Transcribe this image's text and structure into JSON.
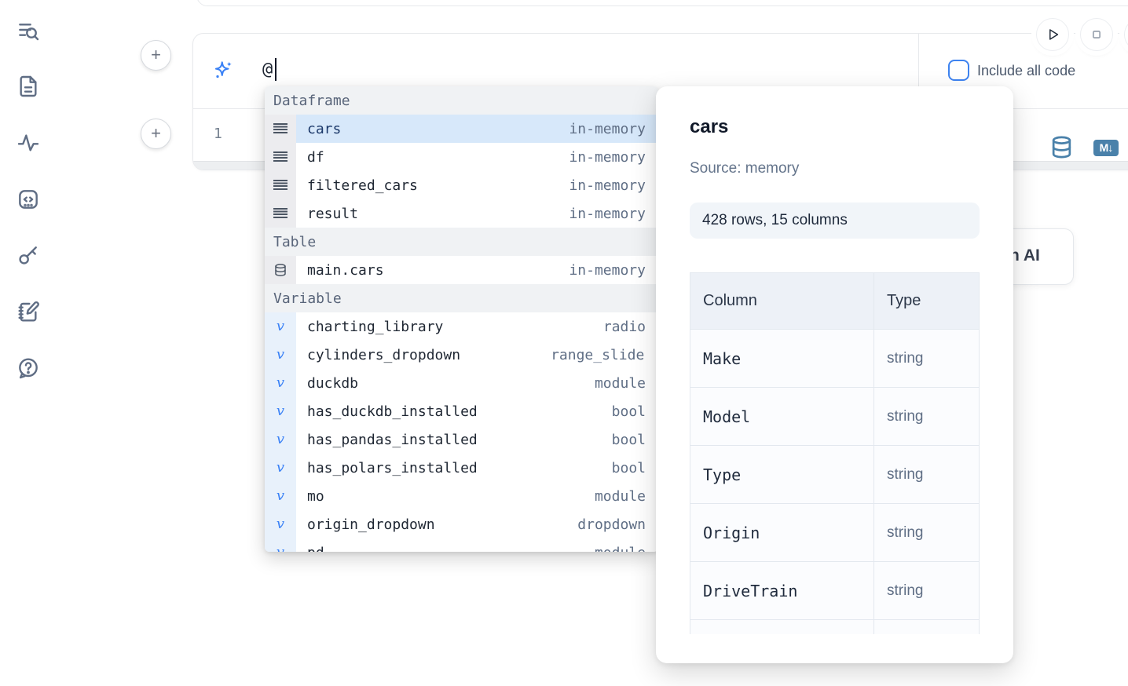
{
  "colors": {
    "accent": "#3b82f6",
    "selection_bg": "#d7e8fa",
    "steel_icon": "#4a81aa"
  },
  "sidebar": {
    "icons": [
      "list-search-icon",
      "document-icon",
      "activity-icon",
      "code-snippet-icon",
      "key-icon",
      "scratchpad-icon",
      "help-chat-icon"
    ]
  },
  "toolbar": {
    "include_all_code_label": "Include all code",
    "markdown_icon_glyph": "M↓",
    "add_cell_glyph": "+"
  },
  "prompt": {
    "value": "@"
  },
  "editor": {
    "line_number": "1"
  },
  "ai_card": {
    "visible_label": "h AI"
  },
  "autocomplete": {
    "rows": [
      {
        "kind": "header",
        "label": "Dataframe"
      },
      {
        "kind": "item",
        "name": "cars",
        "type": "in-memory",
        "icon": "dataframe-icon",
        "selected": true
      },
      {
        "kind": "item",
        "name": "df",
        "type": "in-memory",
        "icon": "dataframe-icon"
      },
      {
        "kind": "item",
        "name": "filtered_cars",
        "type": "in-memory",
        "icon": "dataframe-icon"
      },
      {
        "kind": "item",
        "name": "result",
        "type": "in-memory",
        "icon": "dataframe-icon"
      },
      {
        "kind": "header",
        "label": "Table"
      },
      {
        "kind": "item",
        "name": "main.cars",
        "type": "in-memory",
        "icon": "table-icon"
      },
      {
        "kind": "header",
        "label": "Variable"
      },
      {
        "kind": "item",
        "name": "charting_library",
        "type": "radio",
        "icon": "variable-icon"
      },
      {
        "kind": "item",
        "name": "cylinders_dropdown",
        "type": "range_slider",
        "icon": "variable-icon",
        "clip": "left"
      },
      {
        "kind": "item",
        "name": "duckdb",
        "type": "module",
        "icon": "variable-icon"
      },
      {
        "kind": "item",
        "name": "has_duckdb_installed",
        "type": "bool",
        "icon": "variable-icon"
      },
      {
        "kind": "item",
        "name": "has_pandas_installed",
        "type": "bool",
        "icon": "variable-icon"
      },
      {
        "kind": "item",
        "name": "has_polars_installed",
        "type": "bool",
        "icon": "variable-icon"
      },
      {
        "kind": "item",
        "name": "mo",
        "type": "module",
        "icon": "variable-icon"
      },
      {
        "kind": "item",
        "name": "origin_dropdown",
        "type": "dropdown",
        "icon": "variable-icon"
      },
      {
        "kind": "item",
        "name": "pd",
        "type": "module",
        "icon": "variable-icon"
      }
    ]
  },
  "popup": {
    "title": "cars",
    "source_label": "Source: memory",
    "shape_badge": "428 rows, 15 columns",
    "table": {
      "column_header": "Column",
      "type_header": "Type",
      "rows": [
        {
          "column": "Make",
          "type": "string"
        },
        {
          "column": "Model",
          "type": "string"
        },
        {
          "column": "Type",
          "type": "string"
        },
        {
          "column": "Origin",
          "type": "string"
        },
        {
          "column": "DriveTrain",
          "type": "string"
        }
      ]
    }
  }
}
